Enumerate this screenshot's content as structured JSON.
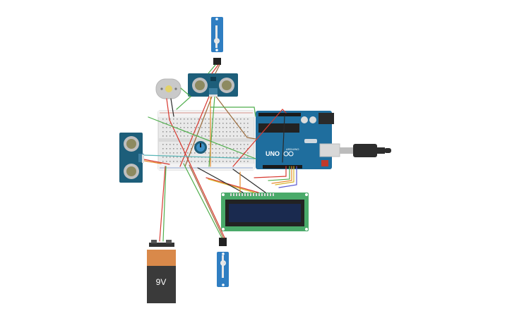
{
  "colors": {
    "wire_red": "#d7382f",
    "wire_green": "#4fae4c",
    "wire_orange": "#e58a2c",
    "wire_yellow": "#d8b52a",
    "wire_brown": "#9a6a3a",
    "wire_teal": "#5ab6b7",
    "wire_dark": "#2a2a2a",
    "board_blue": "#1f6e9e",
    "sensor_blue": "#1d5e7a",
    "lcd_green": "#4aaa6a",
    "lcd_screen": "#1a2a4f",
    "servo_blue": "#2f7ec2",
    "battery_orange": "#d9894a",
    "battery_body": "#3a3a3a"
  },
  "arduino": {
    "model_text": "UNO",
    "brand_text": "ARDUINO"
  },
  "battery": {
    "label": "9V"
  },
  "components": {
    "servo_count": 2,
    "ultrasonic_count": 2
  }
}
